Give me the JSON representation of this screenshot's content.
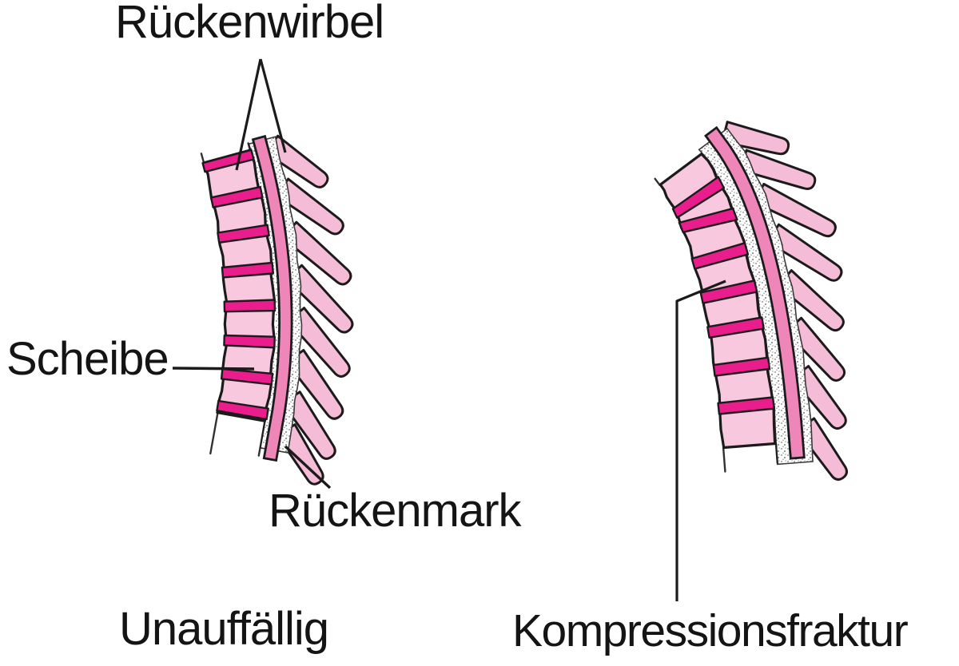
{
  "labels": {
    "vertebra": "Rückenwirbel",
    "disc": "Scheibe",
    "spinal_cord": "Rückenmark"
  },
  "panels": [
    {
      "id": "normal",
      "caption": "Unauffällig"
    },
    {
      "id": "compression-fracture",
      "caption": "Kompressionsfraktur"
    }
  ],
  "colors": {
    "background": "#ffffff",
    "outline": "#1b1b1b",
    "vertebra_fill": "#f7c8de",
    "process_fill": "#f5bcd7",
    "disc_fill": "#ea1d8d",
    "spinal_cord_fill": "#ee86ba",
    "stipple_dot": "#9b9b9b",
    "label_text": "#141414"
  }
}
